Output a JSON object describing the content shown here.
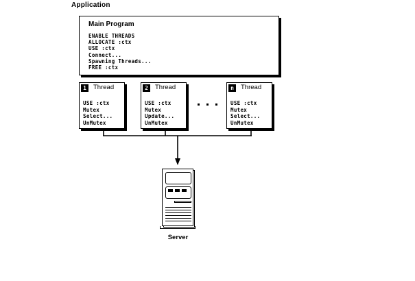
{
  "diagram": {
    "application_label": "Application",
    "main_program": {
      "title": "Main Program",
      "code": "ENABLE THREADS\nALLOCATE :ctx\nUSE :ctx\nConnect...\nSpawning Threads...\nFREE :ctx"
    },
    "threads": [
      {
        "badge": "1",
        "title": "Thread",
        "code": "USE :ctx\nMutex\nSelect...\nUnMutex"
      },
      {
        "badge": "2",
        "title": "Thread",
        "code": "USE :ctx\nMutex\nUpdate...\nUnMutex"
      },
      {
        "badge": "n",
        "title": "Thread",
        "code": "USE :ctx\nMutex\nSelect...\nUnMutex"
      }
    ],
    "ellipsis": "· · ·",
    "server": {
      "label": "Server",
      "icon": "server-tower-icon"
    },
    "connector": {
      "arrow": "down-arrow-icon"
    },
    "colors": {
      "ink": "#000000",
      "paper": "#ffffff"
    }
  }
}
